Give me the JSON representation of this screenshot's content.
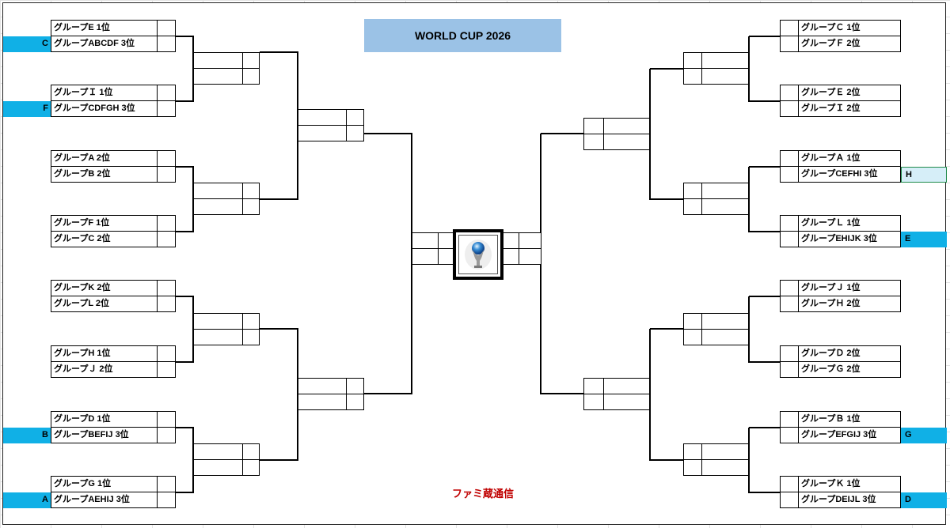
{
  "title": "WORLD CUP 2026",
  "credit": "ファミ蔵通信",
  "left_matches": [
    {
      "top": "グループE 1位",
      "bottom": "グループABCDF 3位",
      "tag": "C"
    },
    {
      "top": "グループＩ 1位",
      "bottom": "グループCDFGH 3位",
      "tag": "F"
    },
    {
      "top": "グループA 2位",
      "bottom": "グループB 2位",
      "tag": ""
    },
    {
      "top": "グループF 1位",
      "bottom": "グループC 2位",
      "tag": ""
    },
    {
      "top": "グループK 2位",
      "bottom": "グループL 2位",
      "tag": ""
    },
    {
      "top": "グループH 1位",
      "bottom": "グループＪ 2位",
      "tag": ""
    },
    {
      "top": "グループD 1位",
      "bottom": "グループBEFIJ 3位",
      "tag": "B"
    },
    {
      "top": "グループG 1位",
      "bottom": "グループAEHIJ 3位",
      "tag": "A"
    }
  ],
  "right_matches": [
    {
      "top": "グループＣ 1位",
      "bottom": "グループＦ 2位",
      "tag": ""
    },
    {
      "top": "グループＥ 2位",
      "bottom": "グループＩ 2位",
      "tag": ""
    },
    {
      "top": "グループＡ 1位",
      "bottom": "グループCEFHI 3位",
      "tag": "H"
    },
    {
      "top": "グループＬ 1位",
      "bottom": "グループEHIJK 3位",
      "tag": "E"
    },
    {
      "top": "グループＪ 1位",
      "bottom": "グループＨ 2位",
      "tag": ""
    },
    {
      "top": "グループＤ 2位",
      "bottom": "グループＧ 2位",
      "tag": ""
    },
    {
      "top": "グループＢ 1位",
      "bottom": "グループEFGIJ 3位",
      "tag": "G"
    },
    {
      "top": "グループＫ 1位",
      "bottom": "グループDEIJL 3位",
      "tag": "D"
    }
  ],
  "colors": {
    "tag_fill": "#10b0e6",
    "title_fill": "#9bc2e6",
    "credit_text": "#c00000",
    "selected_cell_border": "#1f8a4a"
  },
  "selected_tag": "H",
  "trophy_icon": "trophy-icon"
}
